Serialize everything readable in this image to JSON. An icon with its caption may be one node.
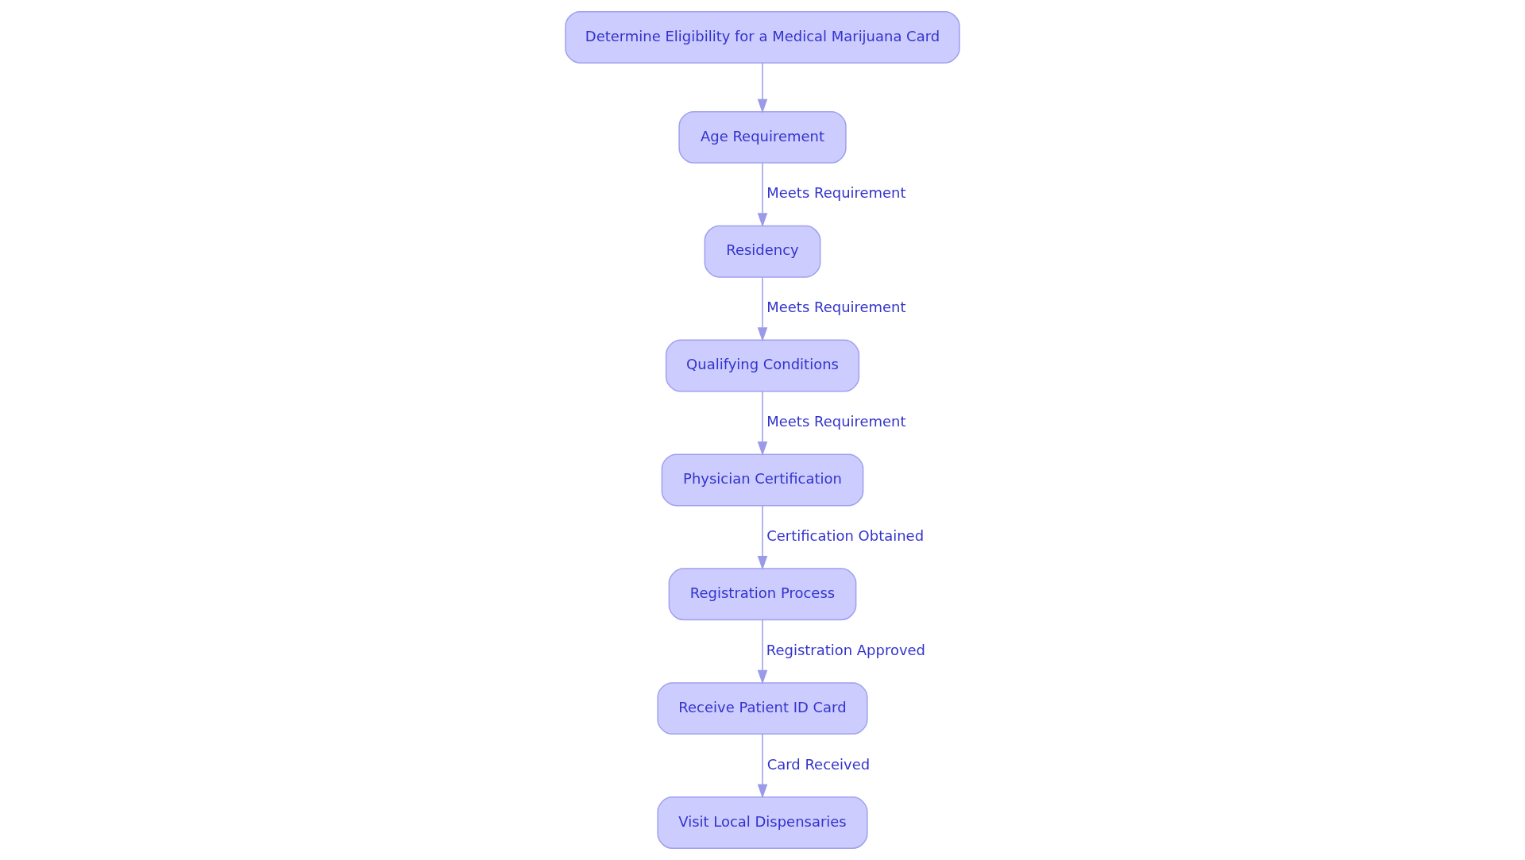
{
  "diagram": {
    "nodes": [
      {
        "text": [
          "Determine Eligibility for a Medical Marijuana Card"
        ]
      },
      {
        "text": [
          "Age Requirement"
        ]
      },
      {
        "text": [
          "Residency"
        ]
      },
      {
        "text": [
          "Qualifying Conditions"
        ]
      },
      {
        "text": [
          "Physician Certification"
        ]
      },
      {
        "text": [
          "Registration Process"
        ]
      },
      {
        "text": [
          "Receive Patient ID Card"
        ]
      },
      {
        "text": [
          "Visit Local Dispensaries"
        ]
      }
    ],
    "edges": [
      {
        "from": 0,
        "to": 1,
        "arrow": "to"
      },
      {
        "from": 1,
        "to": 2,
        "arrow": "to",
        "label": "Meets Requirement"
      },
      {
        "from": 2,
        "to": 3,
        "arrow": "to",
        "label": "Meets Requirement"
      },
      {
        "from": 3,
        "to": 4,
        "arrow": "to",
        "label": "Meets Requirement"
      },
      {
        "from": 4,
        "to": 5,
        "arrow": "to",
        "label": "Certification Obtained"
      },
      {
        "from": 5,
        "to": 6,
        "arrow": "to",
        "label": "Registration Approved"
      },
      {
        "from": 6,
        "to": 7,
        "arrow": "to",
        "label": "Card Received"
      }
    ]
  }
}
